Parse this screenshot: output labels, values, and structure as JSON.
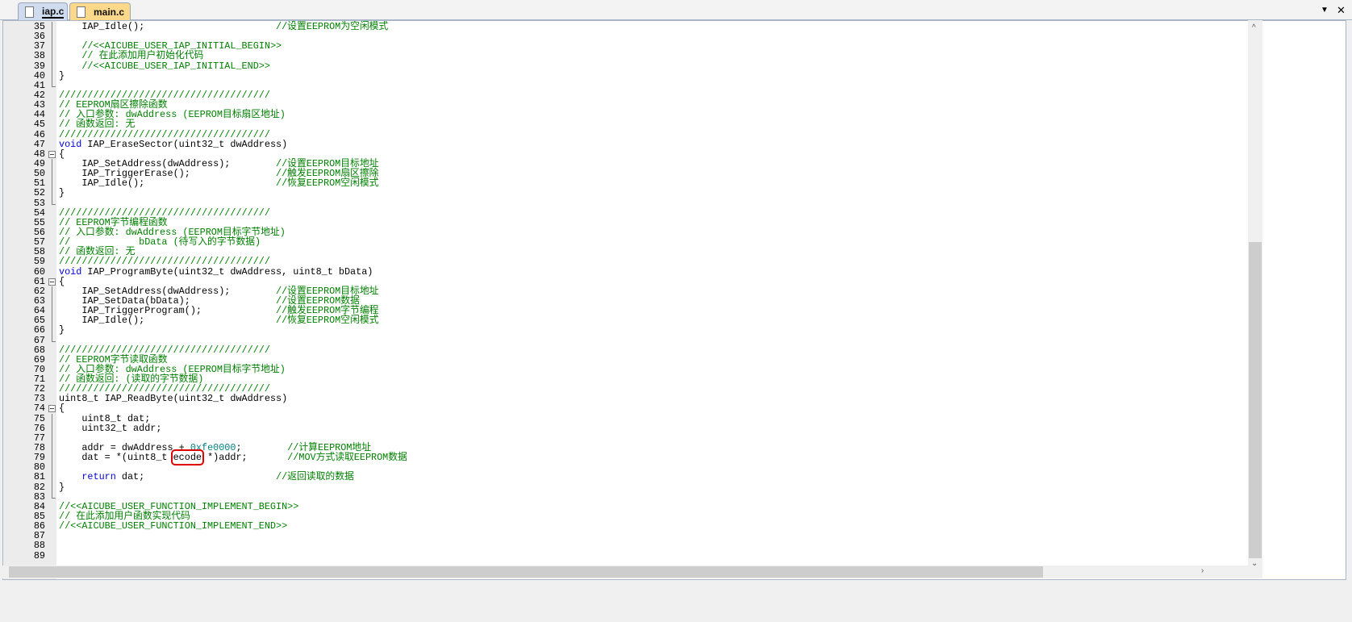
{
  "tabs": [
    {
      "label": "iap.c",
      "active": true
    },
    {
      "label": "main.c",
      "active": false
    }
  ],
  "toolbar": {
    "dropdown_icon": "▼",
    "close_icon": "✕"
  },
  "scroll": {
    "vertical_position_fraction": 0.4,
    "horizontal_position_fraction": 0.0
  },
  "colors": {
    "comment": "#008000",
    "keyword": "#0000e0",
    "number": "#008080",
    "highlight": "#e00000"
  },
  "lines": [
    {
      "n": "35",
      "fold": "bar",
      "segs": [
        [
          "    IAP_Idle();                       ",
          ""
        ],
        [
          "//设置EEPROM为空闲模式",
          "cm"
        ]
      ]
    },
    {
      "n": "36",
      "fold": "bar",
      "segs": []
    },
    {
      "n": "37",
      "fold": "bar",
      "segs": [
        [
          "    ",
          ""
        ],
        [
          "//<<AICUBE_USER_IAP_INITIAL_BEGIN>>",
          "cm"
        ]
      ]
    },
    {
      "n": "38",
      "fold": "bar",
      "segs": [
        [
          "    ",
          ""
        ],
        [
          "// 在此添加用户初始化代码",
          "cm"
        ]
      ]
    },
    {
      "n": "39",
      "fold": "bar",
      "segs": [
        [
          "    ",
          ""
        ],
        [
          "//<<AICUBE_USER_IAP_INITIAL_END>>",
          "cm"
        ]
      ]
    },
    {
      "n": "40",
      "fold": "bar",
      "segs": [
        [
          "}",
          ""
        ]
      ]
    },
    {
      "n": "41",
      "fold": "end",
      "segs": []
    },
    {
      "n": "42",
      "fold": "",
      "segs": [
        [
          "/////////////////////////////////////",
          "cm"
        ]
      ]
    },
    {
      "n": "43",
      "fold": "",
      "segs": [
        [
          "// EEPROM扇区擦除函数",
          "cm"
        ]
      ]
    },
    {
      "n": "44",
      "fold": "",
      "segs": [
        [
          "// 入口参数: dwAddress (EEPROM目标扇区地址)",
          "cm"
        ]
      ]
    },
    {
      "n": "45",
      "fold": "",
      "segs": [
        [
          "// 函数返回: 无",
          "cm"
        ]
      ]
    },
    {
      "n": "46",
      "fold": "",
      "segs": [
        [
          "/////////////////////////////////////",
          "cm"
        ]
      ]
    },
    {
      "n": "47",
      "fold": "",
      "segs": [
        [
          "void",
          "kw"
        ],
        [
          " IAP_EraseSector(uint32_t dwAddress)",
          ""
        ]
      ]
    },
    {
      "n": "48",
      "fold": "box",
      "segs": [
        [
          "{",
          ""
        ]
      ]
    },
    {
      "n": "49",
      "fold": "bar",
      "segs": [
        [
          "    IAP_SetAddress(dwAddress);        ",
          ""
        ],
        [
          "//设置EEPROM目标地址",
          "cm"
        ]
      ]
    },
    {
      "n": "50",
      "fold": "bar",
      "segs": [
        [
          "    IAP_TriggerErase();               ",
          ""
        ],
        [
          "//触发EEPROM扇区擦除",
          "cm"
        ]
      ]
    },
    {
      "n": "51",
      "fold": "bar",
      "segs": [
        [
          "    IAP_Idle();                       ",
          ""
        ],
        [
          "//恢复EEPROM空闲模式",
          "cm"
        ]
      ]
    },
    {
      "n": "52",
      "fold": "bar",
      "segs": [
        [
          "}",
          ""
        ]
      ]
    },
    {
      "n": "53",
      "fold": "end",
      "segs": []
    },
    {
      "n": "54",
      "fold": "",
      "segs": [
        [
          "/////////////////////////////////////",
          "cm"
        ]
      ]
    },
    {
      "n": "55",
      "fold": "",
      "segs": [
        [
          "// EEPROM字节编程函数",
          "cm"
        ]
      ]
    },
    {
      "n": "56",
      "fold": "",
      "segs": [
        [
          "// 入口参数: dwAddress (EEPROM目标字节地址)",
          "cm"
        ]
      ]
    },
    {
      "n": "57",
      "fold": "",
      "segs": [
        [
          "//            bData (待写入的字节数据)",
          "cm"
        ]
      ]
    },
    {
      "n": "58",
      "fold": "",
      "segs": [
        [
          "// 函数返回: 无",
          "cm"
        ]
      ]
    },
    {
      "n": "59",
      "fold": "",
      "segs": [
        [
          "/////////////////////////////////////",
          "cm"
        ]
      ]
    },
    {
      "n": "60",
      "fold": "",
      "segs": [
        [
          "void",
          "kw"
        ],
        [
          " IAP_ProgramByte(uint32_t dwAddress, uint8_t bData)",
          ""
        ]
      ]
    },
    {
      "n": "61",
      "fold": "box",
      "segs": [
        [
          "{",
          ""
        ]
      ]
    },
    {
      "n": "62",
      "fold": "bar",
      "segs": [
        [
          "    IAP_SetAddress(dwAddress);        ",
          ""
        ],
        [
          "//设置EEPROM目标地址",
          "cm"
        ]
      ]
    },
    {
      "n": "63",
      "fold": "bar",
      "segs": [
        [
          "    IAP_SetData(bData);               ",
          ""
        ],
        [
          "//设置EEPROM数据",
          "cm"
        ]
      ]
    },
    {
      "n": "64",
      "fold": "bar",
      "segs": [
        [
          "    IAP_TriggerProgram();             ",
          ""
        ],
        [
          "//触发EEPROM字节编程",
          "cm"
        ]
      ]
    },
    {
      "n": "65",
      "fold": "bar",
      "segs": [
        [
          "    IAP_Idle();                       ",
          ""
        ],
        [
          "//恢复EEPROM空闲模式",
          "cm"
        ]
      ]
    },
    {
      "n": "66",
      "fold": "bar",
      "segs": [
        [
          "}",
          ""
        ]
      ]
    },
    {
      "n": "67",
      "fold": "end",
      "segs": []
    },
    {
      "n": "68",
      "fold": "",
      "segs": [
        [
          "/////////////////////////////////////",
          "cm"
        ]
      ]
    },
    {
      "n": "69",
      "fold": "",
      "segs": [
        [
          "// EEPROM字节读取函数",
          "cm"
        ]
      ]
    },
    {
      "n": "70",
      "fold": "",
      "segs": [
        [
          "// 入口参数: dwAddress (EEPROM目标字节地址)",
          "cm"
        ]
      ]
    },
    {
      "n": "71",
      "fold": "",
      "segs": [
        [
          "// 函数返回: (读取的字节数据)",
          "cm"
        ]
      ]
    },
    {
      "n": "72",
      "fold": "",
      "segs": [
        [
          "/////////////////////////////////////",
          "cm"
        ]
      ]
    },
    {
      "n": "73",
      "fold": "",
      "segs": [
        [
          "uint8_t IAP_ReadByte(uint32_t dwAddress)",
          ""
        ]
      ]
    },
    {
      "n": "74",
      "fold": "box",
      "segs": [
        [
          "{",
          ""
        ]
      ]
    },
    {
      "n": "75",
      "fold": "bar",
      "segs": [
        [
          "    uint8_t dat;",
          ""
        ]
      ]
    },
    {
      "n": "76",
      "fold": "bar",
      "segs": [
        [
          "    uint32_t addr;",
          ""
        ]
      ]
    },
    {
      "n": "77",
      "fold": "bar",
      "segs": []
    },
    {
      "n": "78",
      "fold": "bar",
      "segs": [
        [
          "    addr = dwAddress + ",
          ""
        ],
        [
          "0xfe0000",
          "num"
        ],
        [
          ";        ",
          ""
        ],
        [
          "//计算EEPROM地址",
          "cm"
        ]
      ]
    },
    {
      "n": "79",
      "fold": "bar",
      "segs": [
        [
          "    dat = *(uint8_t ",
          ""
        ],
        [
          "ecode",
          "hl"
        ],
        [
          " *)addr;       ",
          ""
        ],
        [
          "//MOV方式读取EEPROM数据",
          "cm"
        ]
      ]
    },
    {
      "n": "80",
      "fold": "bar",
      "segs": []
    },
    {
      "n": "81",
      "fold": "bar",
      "segs": [
        [
          "    ",
          ""
        ],
        [
          "return",
          "kw"
        ],
        [
          " dat;                       ",
          ""
        ],
        [
          "//返回读取的数据",
          "cm"
        ]
      ]
    },
    {
      "n": "82",
      "fold": "bar",
      "segs": [
        [
          "}",
          ""
        ]
      ]
    },
    {
      "n": "83",
      "fold": "end",
      "segs": []
    },
    {
      "n": "84",
      "fold": "",
      "segs": [
        [
          "//<<AICUBE_USER_FUNCTION_IMPLEMENT_BEGIN>>",
          "cm"
        ]
      ]
    },
    {
      "n": "85",
      "fold": "",
      "segs": [
        [
          "// 在此添加用户函数实现代码",
          "cm"
        ]
      ]
    },
    {
      "n": "86",
      "fold": "",
      "segs": [
        [
          "//<<AICUBE_USER_FUNCTION_IMPLEMENT_END>>",
          "cm"
        ]
      ]
    },
    {
      "n": "87",
      "fold": "",
      "segs": []
    },
    {
      "n": "88",
      "fold": "",
      "segs": []
    },
    {
      "n": "89",
      "fold": "",
      "segs": []
    }
  ]
}
